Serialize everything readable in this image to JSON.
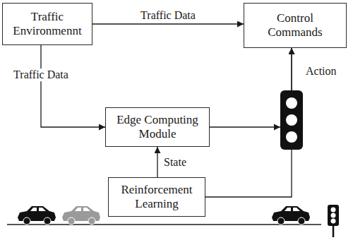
{
  "diagram": {
    "nodes": [
      {
        "text": [
          "Traffic Environmennt"
        ]
      },
      {
        "text": [
          "Control Commands"
        ]
      },
      {
        "text": [
          "Edge Computing Module"
        ]
      },
      {
        "text": [
          "Reinforcement Learning"
        ]
      }
    ],
    "edges": [
      {
        "from": 0,
        "to": 1,
        "arrow": "to",
        "label": "Traffic Data"
      },
      {
        "from": 0,
        "to": 2,
        "arrow": "to",
        "label": "Traffic Data"
      },
      {
        "from": 3,
        "to": 2,
        "arrow": "to",
        "label": "State"
      },
      {
        "from": 2,
        "to": 1,
        "arrow": "to",
        "label": "Action"
      },
      {
        "from": 3,
        "to": 1,
        "arrow": "to"
      }
    ]
  }
}
